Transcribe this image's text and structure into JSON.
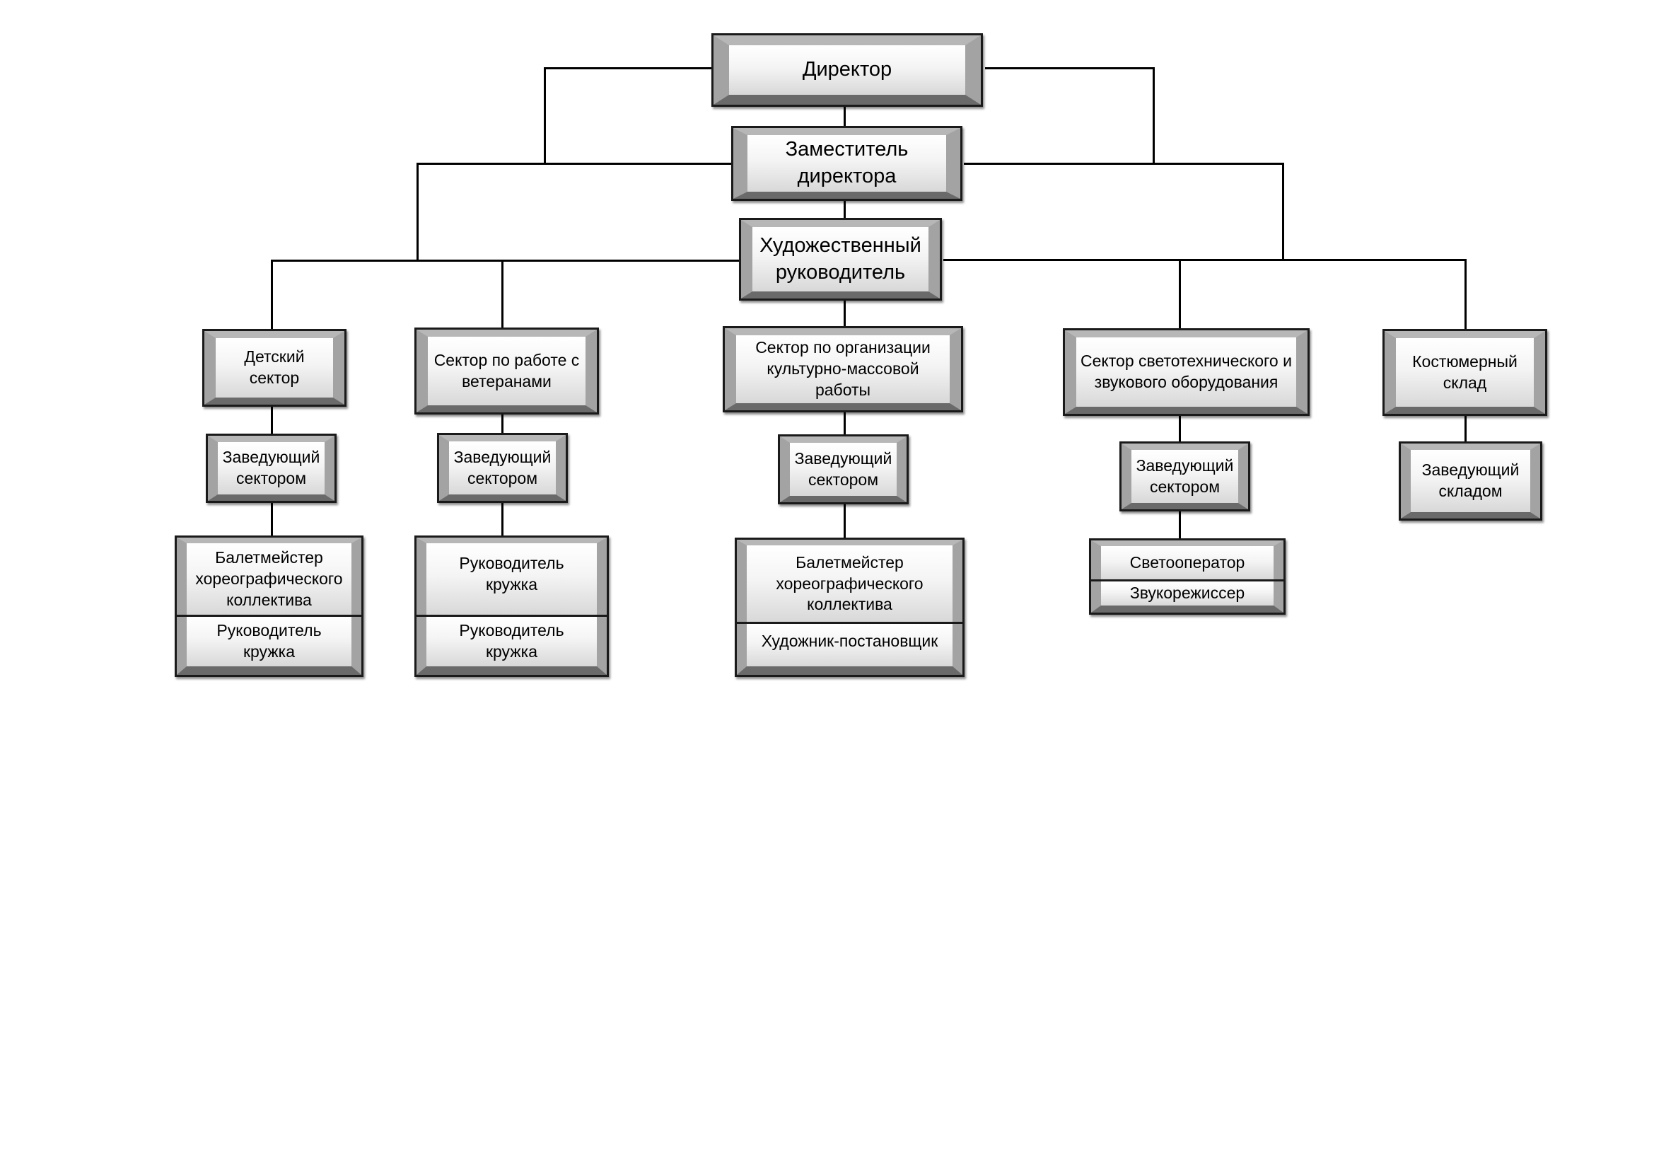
{
  "org_chart": {
    "director": "Директор",
    "deputy": "Заместитель\nдиректора",
    "art_director": "Художественный\nруководитель",
    "sectors": [
      {
        "name": "Детский\nсектор",
        "head": "Заведующий\nсектором",
        "staff": [
          "Балетмейстер\nхореографического\nколлектива",
          "Руководитель\nкружка"
        ]
      },
      {
        "name": "Сектор по работе с\nветеранами",
        "head": "Заведующий\nсектором",
        "staff": [
          "Руководитель\nкружка",
          "Руководитель\nкружка"
        ]
      },
      {
        "name": "Сектор по организации\nкультурно-массовой\nработы",
        "head": "Заведующий\nсектором",
        "staff": [
          "Балетмейстер\nхореографического\nколлектива",
          "Художник-постановщик"
        ]
      },
      {
        "name": "Сектор светотехнического и\nзвукового оборудования",
        "head": "Заведующий\nсектором",
        "staff": [
          "Светооператор",
          "Звукорежиссер"
        ]
      },
      {
        "name": "Костюмерный\nсклад",
        "head": "Заведующий\nскладом",
        "staff": []
      }
    ]
  }
}
